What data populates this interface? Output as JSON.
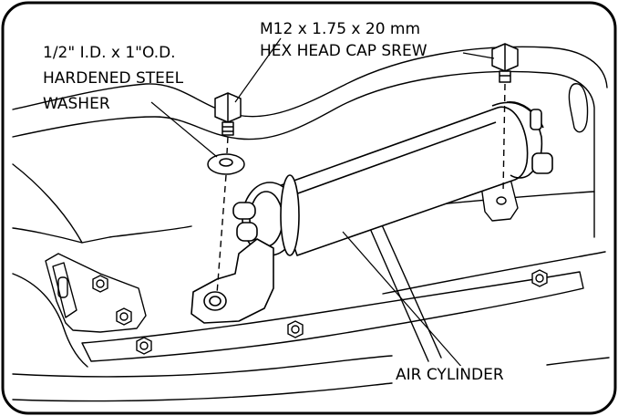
{
  "diagram": {
    "labels": {
      "washer": [
        "1/2\" I.D. x 1\"O.D.",
        "HARDENED STEEL",
        "WASHER"
      ],
      "screw": [
        "M12 x 1.75 x 20 mm",
        "HEX HEAD CAP SREW"
      ],
      "cylinder": "AIR CYLINDER"
    }
  }
}
